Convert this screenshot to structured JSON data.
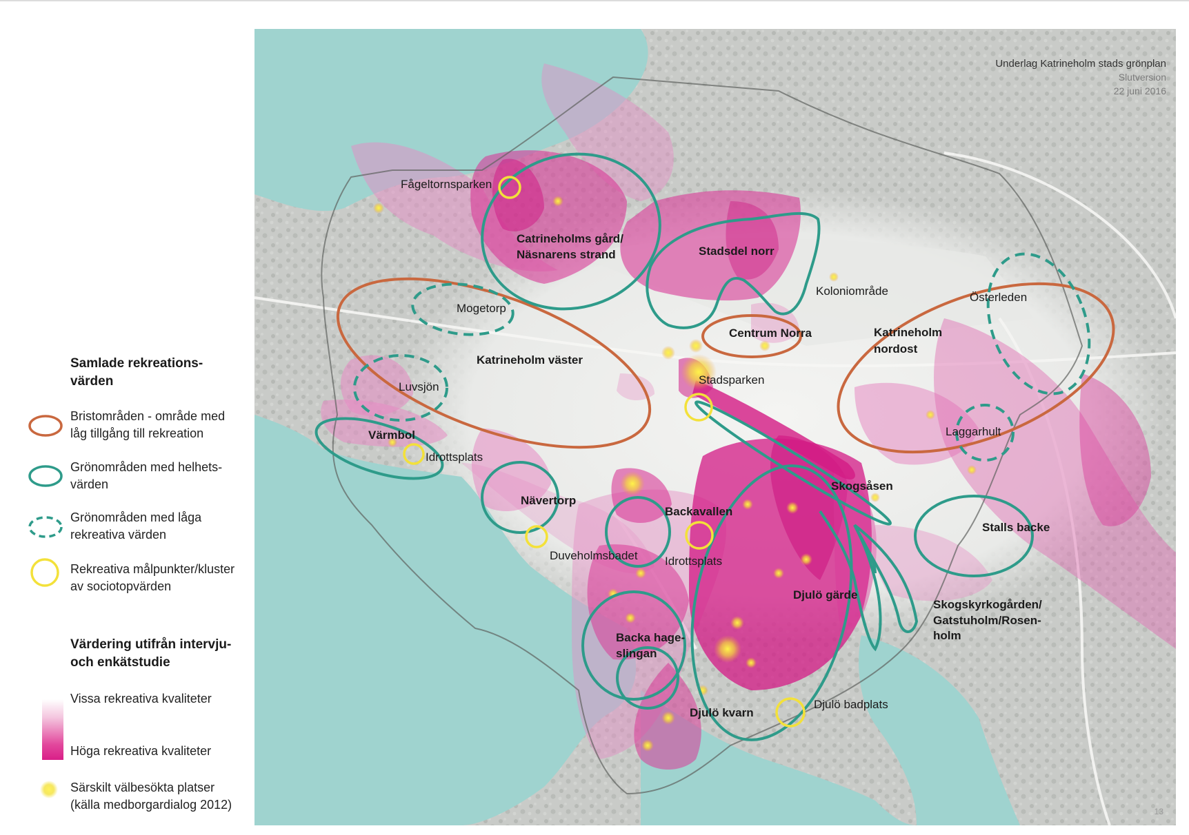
{
  "header": {
    "title": "Underlag Katrineholm stads grönplan",
    "version": "Slutversion",
    "date": "22 juni 2016"
  },
  "page_number": "13",
  "legend": {
    "section1_title_line1": "Samlade rekreations-",
    "section1_title_line2": "värden",
    "items": [
      {
        "line1": "Bristområden - område med",
        "line2": "låg tillgång till rekreation",
        "symbol": "orange-ellipse",
        "color": "#c9683f"
      },
      {
        "line1": "Grönområden med helhets-",
        "line2": "värden",
        "symbol": "green-ellipse",
        "color": "#2e9b8a"
      },
      {
        "line1": "Grönområden med låga",
        "line2": "rekreativa värden",
        "symbol": "green-dashed-ellipse",
        "color": "#2e9b8a"
      },
      {
        "line1": "Rekreativa målpunkter/kluster",
        "line2": "av sociotopvärden",
        "symbol": "yellow-circle",
        "color": "#f3e13a"
      }
    ],
    "section2_title_line1": "Värdering utifrån intervju-",
    "section2_title_line2": "och enkätstudie",
    "gradient_low": "Vissa rekreativa kvaliteter",
    "gradient_high": "Höga rekreativa kvaliteter",
    "hotspot_line1": "Särskilt välbesökta platser",
    "hotspot_line2": "(källa medborgardialog 2012)"
  },
  "map": {
    "labels": [
      {
        "id": "fageltornsparken",
        "text": "Fågeltornsparken",
        "bold": false
      },
      {
        "id": "catrineholms-gard-1",
        "text": "Catrineholms gård/",
        "bold": true
      },
      {
        "id": "catrineholms-gard-2",
        "text": "Näsnarens strand",
        "bold": true
      },
      {
        "id": "stadsdel-norr",
        "text": "Stadsdel norr",
        "bold": true
      },
      {
        "id": "koloniomrade",
        "text": "Koloniområde",
        "bold": false
      },
      {
        "id": "osterleden",
        "text": "Österleden",
        "bold": false
      },
      {
        "id": "mogetorp",
        "text": "Mogetorp",
        "bold": false
      },
      {
        "id": "centrum-norra",
        "text": "Centrum Norra",
        "bold": true
      },
      {
        "id": "katrineholm-nordost-1",
        "text": "Katrineholm",
        "bold": true
      },
      {
        "id": "katrineholm-nordost-2",
        "text": "nordost",
        "bold": true
      },
      {
        "id": "katrineholm-vaster",
        "text": "Katrineholm väster",
        "bold": true
      },
      {
        "id": "stadsparken",
        "text": "Stadsparken",
        "bold": false
      },
      {
        "id": "luvsjon",
        "text": "Luvsjön",
        "bold": false
      },
      {
        "id": "laggarhult",
        "text": "Laggarhult",
        "bold": false
      },
      {
        "id": "varmbol",
        "text": "Värmbol",
        "bold": true
      },
      {
        "id": "idrottsplats-varmbol",
        "text": "Idrottsplats",
        "bold": false
      },
      {
        "id": "skogsasen",
        "text": "Skogsåsen",
        "bold": true
      },
      {
        "id": "navertorp",
        "text": "Nävertorp",
        "bold": true
      },
      {
        "id": "backavallen",
        "text": "Backavallen",
        "bold": true
      },
      {
        "id": "stalls-backe",
        "text": "Stalls backe",
        "bold": true
      },
      {
        "id": "duveholmsbadet",
        "text": "Duveholmsbadet",
        "bold": false
      },
      {
        "id": "idrottsplats-backavallen",
        "text": "Idrottsplats",
        "bold": false
      },
      {
        "id": "djulo-garde",
        "text": "Djulö gärde",
        "bold": true
      },
      {
        "id": "skogskyrkogarden-1",
        "text": "Skogskyrkogården/",
        "bold": true
      },
      {
        "id": "skogskyrkogarden-2",
        "text": "Gatstuholm/Rosen-",
        "bold": true
      },
      {
        "id": "skogskyrkogarden-3",
        "text": "holm",
        "bold": true
      },
      {
        "id": "backa-hageslingan-1",
        "text": "Backa hage-",
        "bold": true
      },
      {
        "id": "backa-hageslingan-2",
        "text": "slingan",
        "bold": true
      },
      {
        "id": "djulo-kvarn",
        "text": "Djulö kvarn",
        "bold": true
      },
      {
        "id": "djulo-badplats",
        "text": "Djulö badplats",
        "bold": false
      }
    ]
  },
  "colors": {
    "deficit_orange": "#c9683f",
    "green_area": "#2e9b8a",
    "target_yellow": "#f3e13a",
    "high_quality_magenta": "#d91f88",
    "water": "#9fd3cf"
  }
}
